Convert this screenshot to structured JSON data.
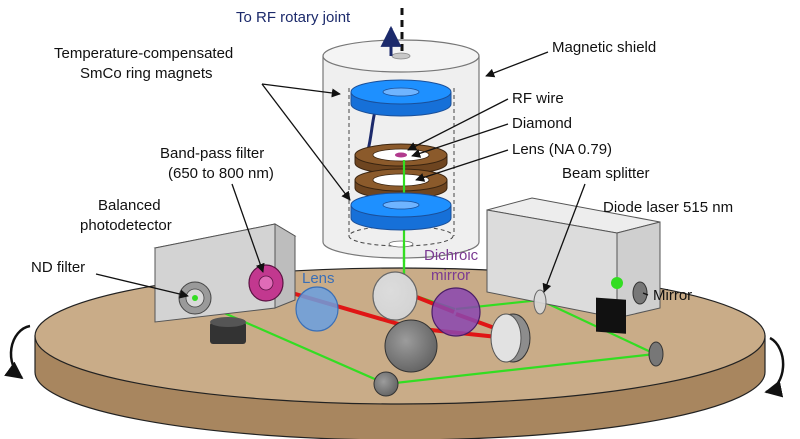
{
  "labels": {
    "rf_joint": "To RF rotary joint",
    "magnets_line1": "Temperature-compensated",
    "magnets_line2": "SmCo ring magnets",
    "magnetic_shield": "Magnetic shield",
    "rf_wire": "RF wire",
    "diamond": "Diamond",
    "lens_na": "Lens (NA 0.79)",
    "bandpass_line1": "Band-pass filter",
    "bandpass_line2": "(650 to 800 nm)",
    "balanced_line1": "Balanced",
    "balanced_line2": "photodetector",
    "beam_splitter": "Beam splitter",
    "diode_laser": "Diode laser 515 nm",
    "nd_filter": "ND filter",
    "lens": "Lens",
    "dichroic_line1": "Dichroic",
    "dichroic_line2": "mirror",
    "mirror": "Mirror"
  },
  "colors": {
    "table_top": "#c9ac88",
    "table_side": "#a8865f",
    "magnet_blue": "#1e90ff",
    "diamond_brown": "#8b5a2b",
    "green_beam": "#33dd22",
    "red_beam": "#e01515",
    "lens_blue": "#6a9fe0",
    "dichroic_purple": "#8a45b0",
    "filter_magenta": "#c2388f"
  },
  "icons": {
    "rotation_left": "rotation-arrow-left-icon",
    "rotation_right": "rotation-arrow-right-icon"
  }
}
